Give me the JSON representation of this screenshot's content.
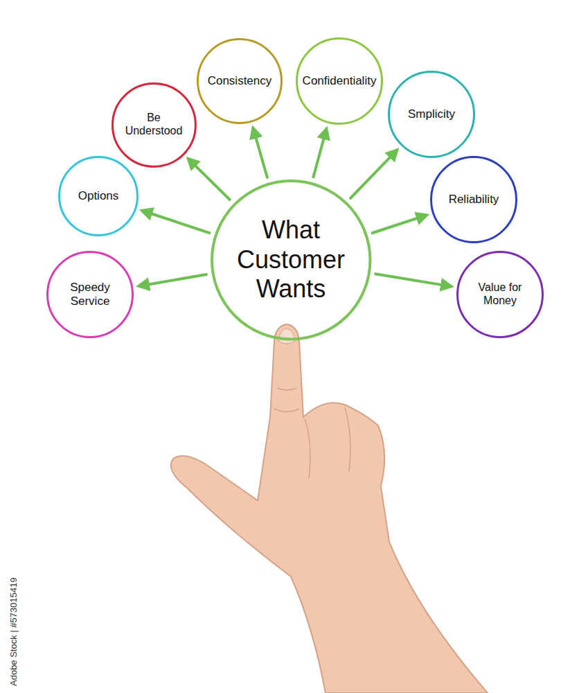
{
  "diagram": {
    "nodes": [
      {
        "text": [
          "What Customer Wants"
        ]
      },
      {
        "text": [
          "Speedy Service"
        ]
      },
      {
        "text": [
          "Options"
        ]
      },
      {
        "text": [
          "Be Understood"
        ]
      },
      {
        "text": [
          "Consistency"
        ]
      },
      {
        "text": [
          "Confidentiality"
        ]
      },
      {
        "text": [
          "Smplicity"
        ]
      },
      {
        "text": [
          "Reliability"
        ]
      },
      {
        "text": [
          "Value for Money"
        ]
      }
    ],
    "edges": [
      {
        "from": 0,
        "to": 1,
        "arrow": "to"
      },
      {
        "from": 0,
        "to": 2,
        "arrow": "to"
      },
      {
        "from": 0,
        "to": 3,
        "arrow": "to"
      },
      {
        "from": 0,
        "to": 4,
        "arrow": "to"
      },
      {
        "from": 0,
        "to": 5,
        "arrow": "to"
      },
      {
        "from": 0,
        "to": 6,
        "arrow": "to"
      },
      {
        "from": 0,
        "to": 7,
        "arrow": "to"
      },
      {
        "from": 0,
        "to": 8,
        "arrow": "to"
      }
    ],
    "labels": [
      "Adobe Stock | #573015419"
    ]
  }
}
